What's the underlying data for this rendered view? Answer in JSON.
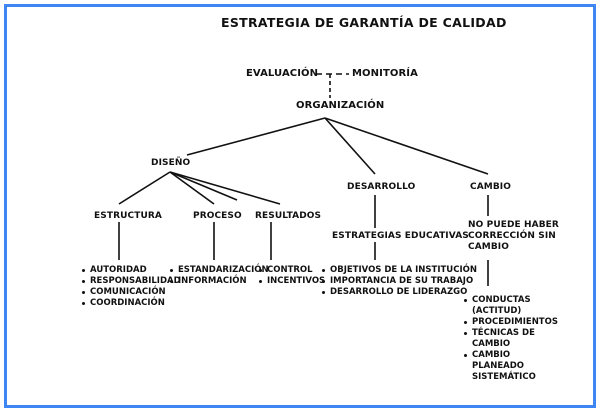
{
  "title": "ESTRATEGIA DE GARANTÍA DE CALIDAD",
  "top": {
    "left": "EVALUACIÓN",
    "right": "MONITORÍA"
  },
  "root": "ORGANIZACIÓN",
  "branches": {
    "diseno": {
      "label": "DISEÑO",
      "children": [
        {
          "label": "ESTRUCTURA",
          "items": [
            "AUTORIDAD",
            "RESPONSABILIDAD",
            "COMUNICACIÓN",
            "COORDINACIÓN"
          ]
        },
        {
          "label": "PROCESO",
          "items": [
            "ESTANDARIZACIÓN",
            "INFORMACIÓN"
          ]
        },
        {
          "label": "RESULTADOS",
          "items": [
            "CONTROL",
            "INCENTIVOS"
          ]
        }
      ]
    },
    "desarrollo": {
      "label": "DESARROLLO",
      "sub": "ESTRATEGIAS EDUCATIVAS",
      "items": [
        "OBJETIVOS DE LA INSTITUCIÓN",
        "IMPORTANCIA DE SU TRABAJO",
        "DESARROLLO DE LIDERAZGO"
      ]
    },
    "cambio": {
      "label": "CAMBIO",
      "sub_lines": [
        "NO PUEDE HABER",
        "CORRECCIÓN SIN",
        "CAMBIO"
      ],
      "items": [
        "CONDUCTAS (ACTITUD)",
        "PROCEDIMIENTOS",
        "TÉCNICAS DE CAMBIO",
        "CAMBIO PLANEADO SISTEMÁTICO"
      ]
    }
  },
  "colors": {
    "frame": "#3d86f3",
    "ink": "#111111"
  }
}
